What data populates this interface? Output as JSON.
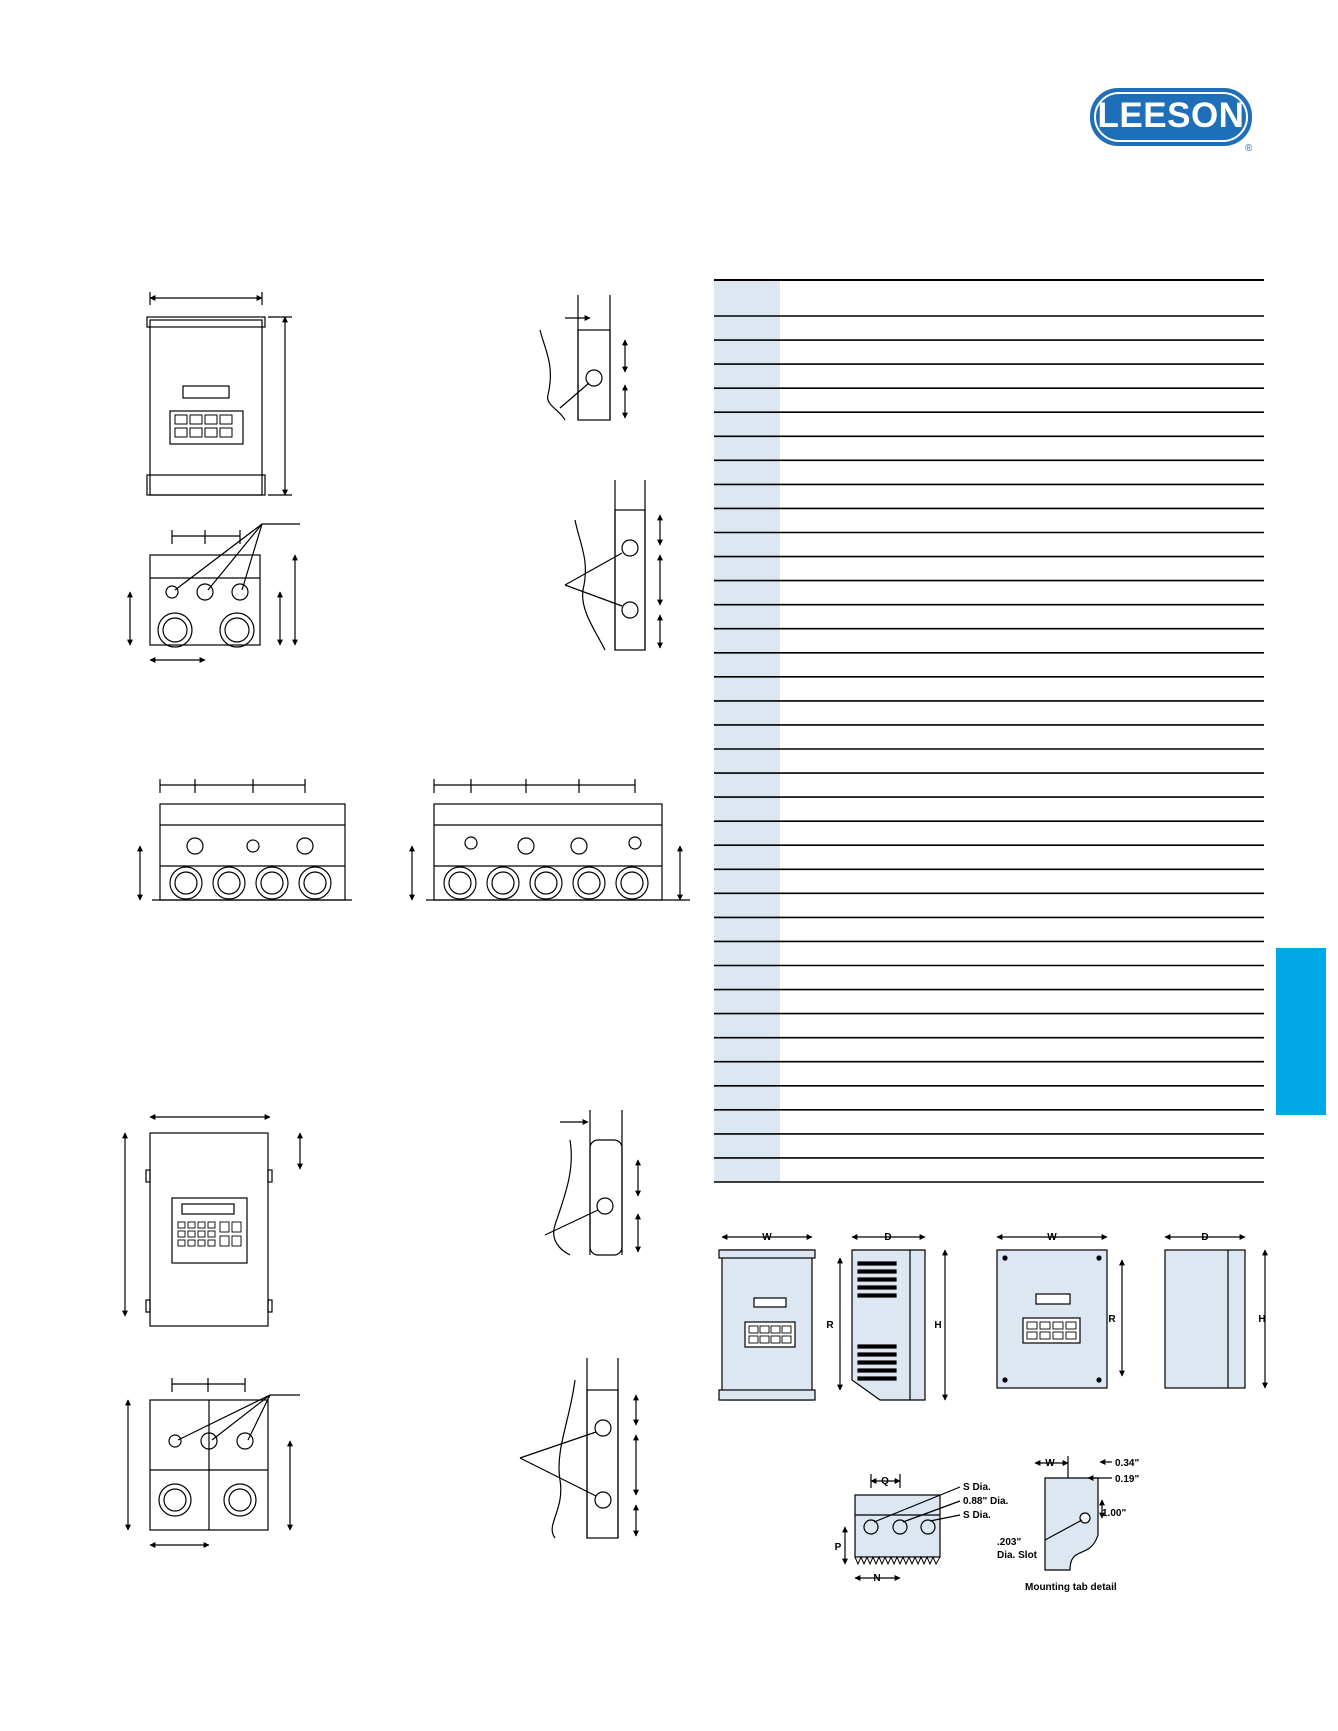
{
  "brand": {
    "name": "LEESON",
    "registered_mark": "®",
    "color": "#1e6fb8"
  },
  "colors": {
    "accent_tab": "#00a8e8",
    "table_stripe": "#dde7f2",
    "drive_fill": "#dde7f2"
  },
  "dimension_labels": {
    "W": "W",
    "D": "D",
    "H": "H",
    "R": "R",
    "Q": "Q",
    "P": "P",
    "N": "N",
    "S_dia": "S Dia.",
    "dia_088": "0.88\" Dia.",
    "S_dia_2": "S Dia.",
    "dim_034": "0.34\"",
    "dim_019": "0.19\"",
    "dim_100": "1.00\"",
    "slot_a": ".203\"",
    "slot_b": "Dia. Slot",
    "mounting_tab_detail": "Mounting tab detail"
  },
  "table": {
    "row_count": 37
  }
}
